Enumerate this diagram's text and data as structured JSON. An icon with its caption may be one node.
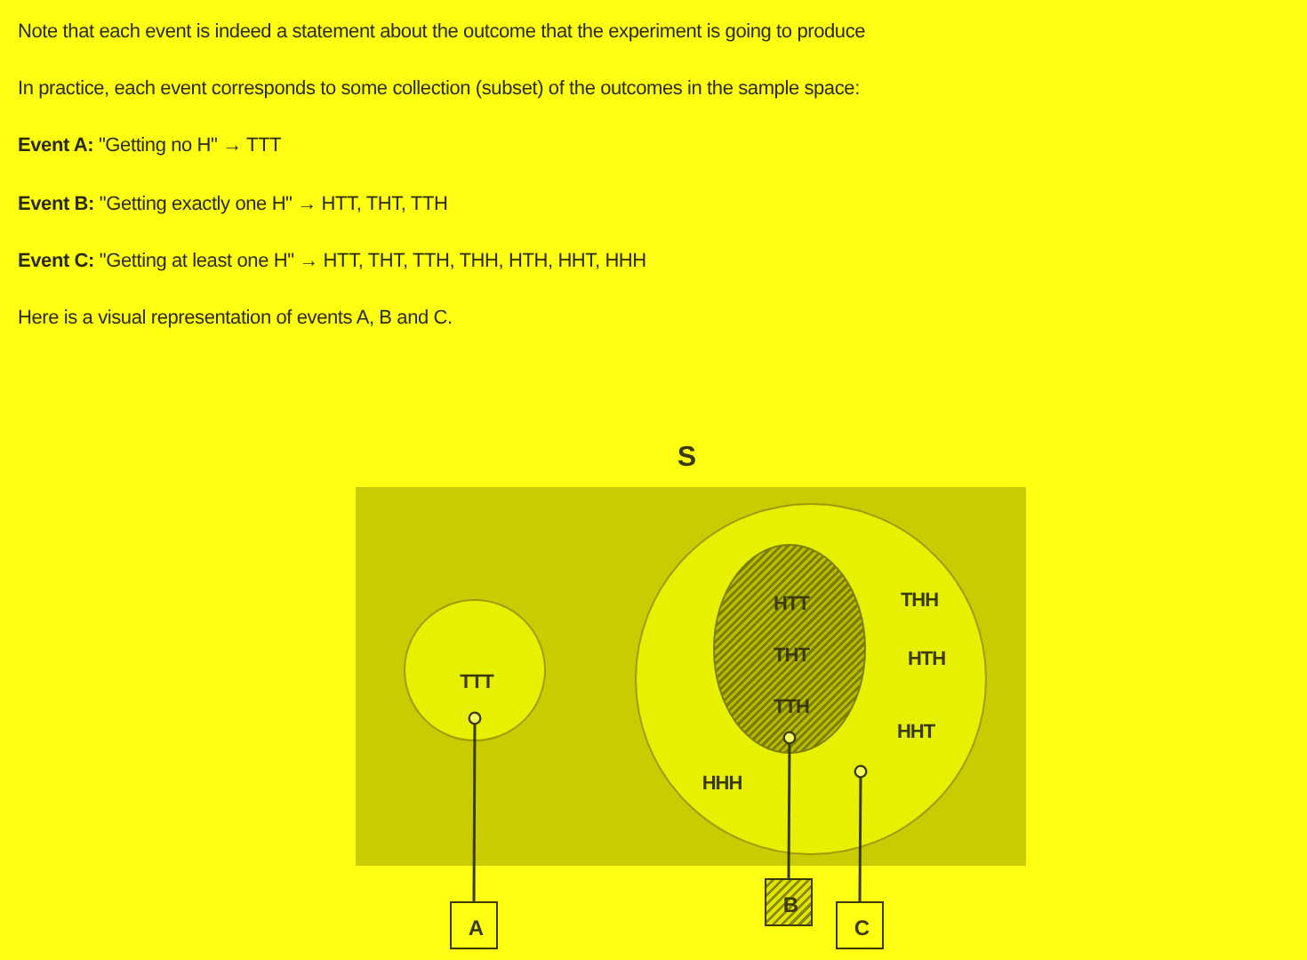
{
  "diagram": {
    "nodes": [
      {
        "text": [
          "S"
        ]
      },
      {
        "text": [
          "TTT"
        ],
        "in": 0
      },
      {
        "text": [
          "THH",
          "HTH",
          "HHT",
          "HHH"
        ],
        "in": 0
      },
      {
        "text": [
          "HTT",
          "THT",
          "TTH"
        ],
        "in": 2
      },
      {
        "text": [
          "A"
        ]
      },
      {
        "text": [
          "B"
        ]
      },
      {
        "text": [
          "C"
        ]
      }
    ],
    "edges": [
      {
        "from": 4,
        "to": 1,
        "arrow": "other"
      },
      {
        "from": 5,
        "to": 3,
        "arrow": "other"
      },
      {
        "from": 6,
        "to": 2,
        "arrow": "other"
      }
    ],
    "labels": [
      "Note that each event is indeed a statement about the outcome that the experiment is going to produce",
      "In practice, each event corresponds to some collection (subset) of the outcomes in the sample space:",
      "**Event A:** \"Getting no H\" → TTT",
      "**Event B:** \"Getting exactly one H\" → HTT, THT, TTH",
      "**Event C:** \"Getting at least one H\" → HTT, THT, TTH, THH, HTH, HHT, HHH",
      "Here is a visual representation of events A, B and C."
    ]
  }
}
